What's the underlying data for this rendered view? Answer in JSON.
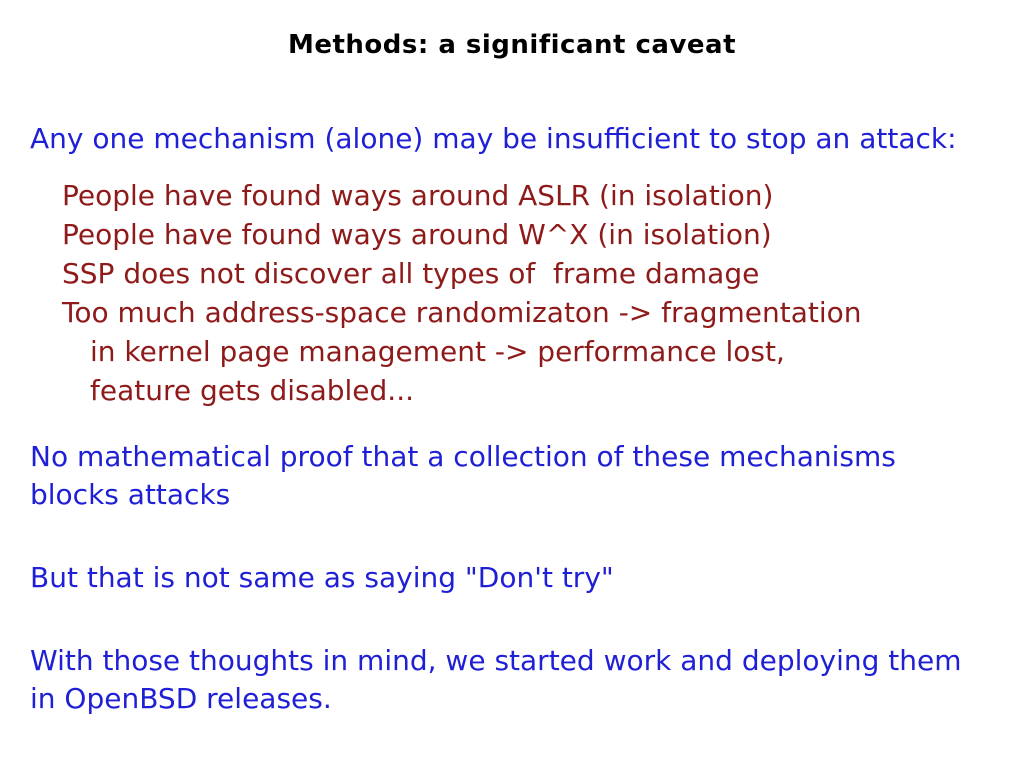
{
  "slide": {
    "title": "Methods: a significant caveat",
    "intro": "Any one mechanism (alone) may be insufficient to stop an attack:",
    "issues": [
      {
        "indent": 1,
        "text": "People have found ways around ASLR (in isolation)"
      },
      {
        "indent": 1,
        "text": "People have found ways around W^X (in isolation)"
      },
      {
        "indent": 1,
        "text": "SSP does not discover all types of  frame damage"
      },
      {
        "indent": 1,
        "text": "Too much address-space randomizaton -> fragmentation"
      },
      {
        "indent": 2,
        "text": "in kernel page management -> performance lost,"
      },
      {
        "indent": 2,
        "text": "feature gets disabled..."
      }
    ],
    "paragraphs": [
      "No mathematical proof that a collection of these mechanisms\nblocks attacks",
      "But that is not same as saying \"Don't try\"",
      "With those thoughts in mind, we started work and deploying them\nin OpenBSD releases."
    ],
    "colors": {
      "background": "#ffffff",
      "title": "#000000",
      "primary_text": "#1f1fd6",
      "warning_text": "#8f1a1a"
    }
  }
}
